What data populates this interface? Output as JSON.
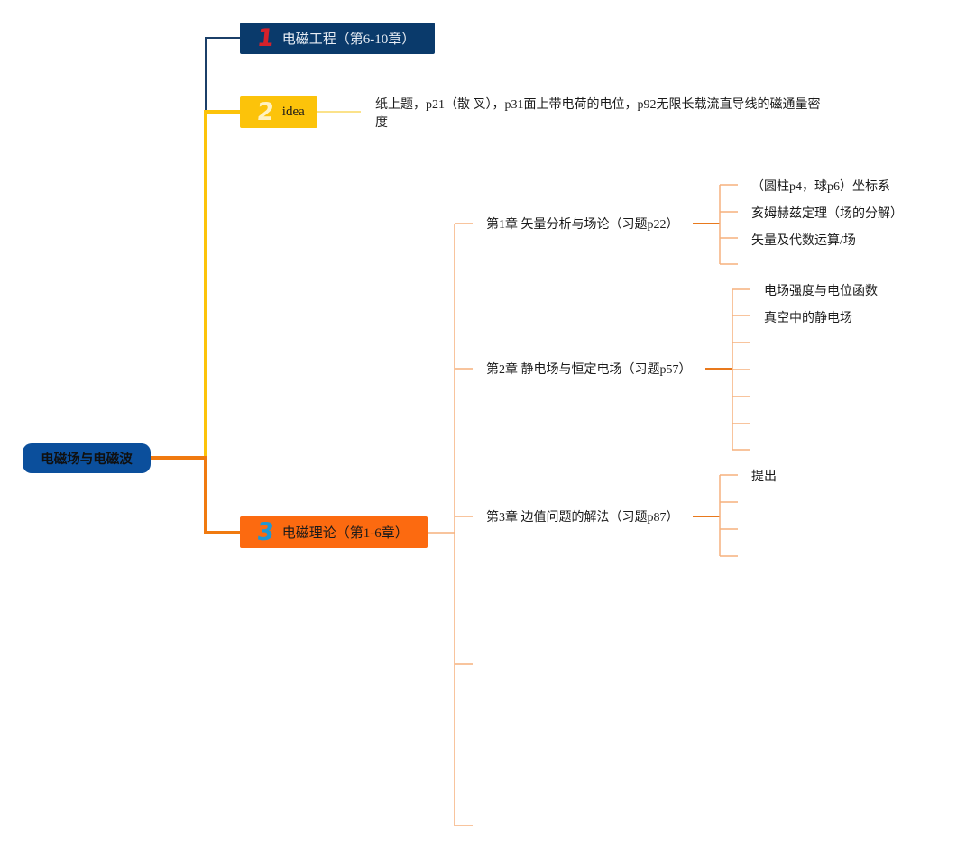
{
  "root": {
    "label": "电磁场与电磁波"
  },
  "branches": [
    {
      "number": "1",
      "label": "电磁工程（第6-10章）"
    },
    {
      "number": "2",
      "label": "idea",
      "note": "纸上题，p21（散 叉），p31面上带电荷的电位，p92无限长载流直导线的磁通量密度"
    },
    {
      "number": "3",
      "label": "电磁理论（第1-6章）"
    }
  ],
  "chapters": [
    {
      "label": "第1章 矢量分析与场论（习题p22）",
      "children": [
        "（圆柱p4，球p6）坐标系",
        "亥姆赫兹定理（场的分解）",
        "矢量及代数运算/场"
      ]
    },
    {
      "label": "第2章 静电场与恒定电场（习题p57）",
      "children": [
        "电场强度与电位函数",
        "真空中的静电场"
      ]
    },
    {
      "label": "第3章 边值问题的解法（习题p87）",
      "children": [
        "提出"
      ]
    }
  ],
  "colors": {
    "root": "#0b4f9c",
    "branch1": "#0a3a6b",
    "branch1_number": "#d6212b",
    "branch2": "#fcc30a",
    "branch3": "#fc6a10",
    "branch3_number": "#1f97d4",
    "line_navy": "#1b3f68",
    "line_yellow": "#fcc30a",
    "line_orange": "#f07a10",
    "line_light_orange": "#f6b17d",
    "line_chapter": "#e8791d"
  }
}
